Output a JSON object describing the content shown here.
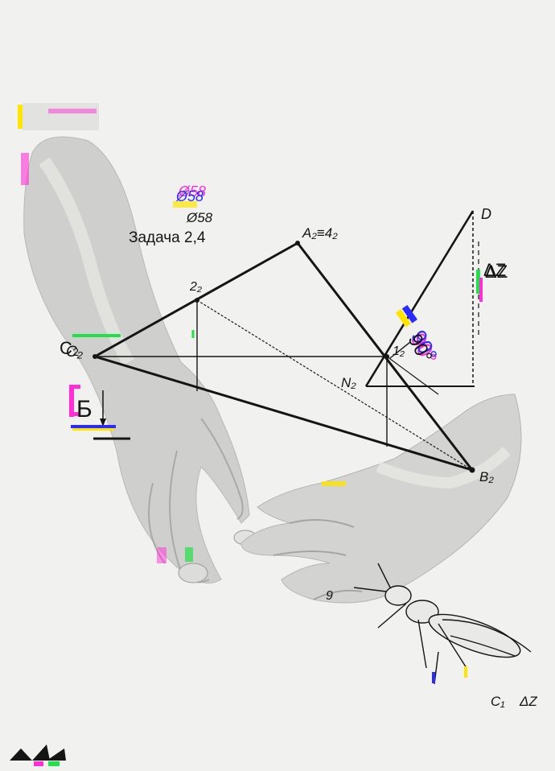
{
  "labels": {
    "phi_magenta": "Ø58",
    "phi_blue": "Ø58",
    "phi_black": "Ø58",
    "task": "Задача 2,4",
    "a2": "A₂≡4₂",
    "d": "D",
    "dz": "ΔZ",
    "p22": "2₂",
    "c2": "C₂",
    "p12": "1₂",
    "n2": "N₂",
    "angle_magenta": "90°",
    "angle_blue": "90°",
    "angle_black": "90°",
    "b2": "B₂",
    "section": "Б",
    "c1": "C₁",
    "dz_bottom": "ΔZ"
  },
  "colors": {
    "ink": "#151515",
    "background": "#f1f1ef",
    "skin": "#cfcfcd",
    "magenta": "#ff2ed6",
    "blue": "#2a2cff",
    "yellow": "#ffe500",
    "green": "#22e04a"
  },
  "icons": [
    "hand-left",
    "hand-right",
    "insect",
    "triangle-logo"
  ]
}
